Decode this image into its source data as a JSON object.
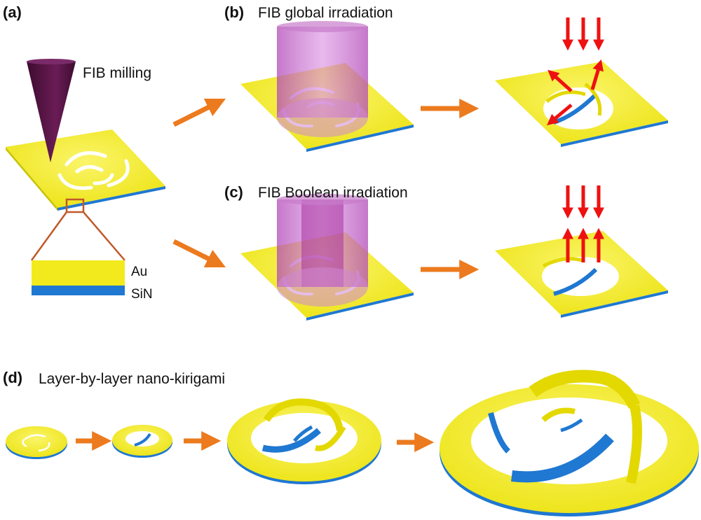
{
  "panels": {
    "a": {
      "tag": "(a)",
      "caption": "FIB milling"
    },
    "b": {
      "tag": "(b)",
      "caption": "FIB global irradiation"
    },
    "c": {
      "tag": "(c)",
      "caption": "FIB Boolean irradiation"
    },
    "d": {
      "tag": "(d)",
      "caption": "Layer-by-layer nano-kirigami"
    }
  },
  "layers": {
    "top": "Au",
    "bottom": "SiN"
  },
  "colors": {
    "gold": "#f2ea1c",
    "gold_dark": "#c9c300",
    "sin_blue": "#1f78d1",
    "beam_purple": "#cc6fd0",
    "cone_purple": "#5a1547",
    "arrow_orange": "#ec7a1e",
    "arrow_red": "#ee1111",
    "zoom_line": "#c0582a"
  }
}
